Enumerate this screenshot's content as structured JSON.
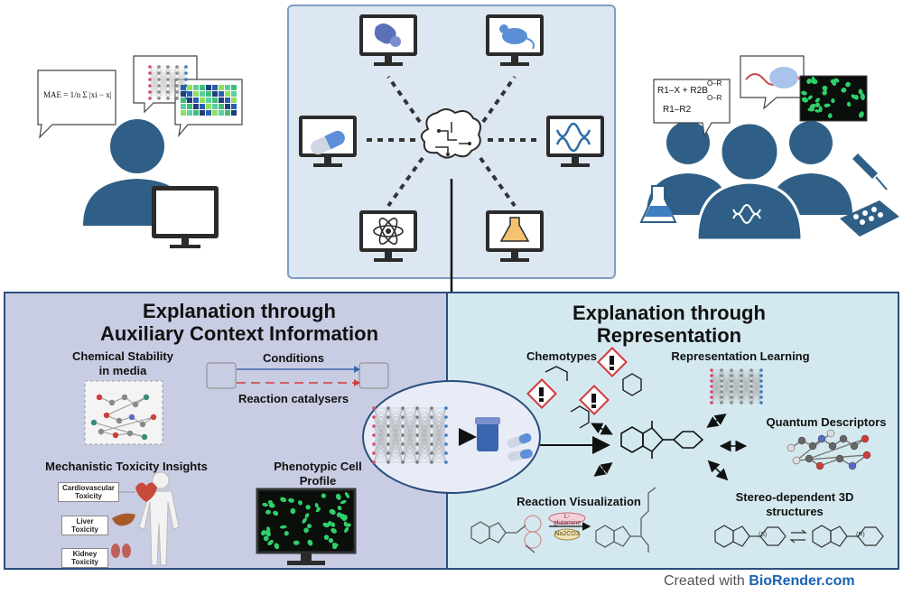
{
  "panels": {
    "left_title_line1": "Explanation through",
    "left_title_line2": "Auxiliary Context Information",
    "right_title_line1": "Explanation through",
    "right_title_line2": "Representation"
  },
  "left_labels": {
    "chemical_stability_line1": "Chemical Stability",
    "chemical_stability_line2": "in media",
    "conditions": "Conditions",
    "reaction_catalysers": "Reaction catalysers",
    "mechanistic_toxicity": "Mechanistic Toxicity Insights",
    "phenotypic_line1": "Phenotypic Cell",
    "phenotypic_line2": "Profile",
    "tox_cardio_line1": "Cardiovascular",
    "tox_cardio_line2": "Toxicity",
    "tox_liver_line1": "Liver",
    "tox_liver_line2": "Toxicity",
    "tox_kidney_line1": "Kidney",
    "tox_kidney_line2": "Toxicity"
  },
  "right_labels": {
    "chemotypes": "Chemotypes",
    "representation_learning": "Representation Learning",
    "quantum_descriptors": "Quantum Descriptors",
    "reaction_visualization": "Reaction Visualization",
    "stereo_line1": "Stereo-dependent 3D",
    "stereo_line2": "structures",
    "l_glutamine": "L-glutamine",
    "na2co3": "Na2CO3",
    "stereo_s": "(S)",
    "stereo_r": "(R)"
  },
  "equation": {
    "mae_text": "MAE = 1/n Σ |xi − x|"
  },
  "reaction": {
    "line1": "R1–X + R2B",
    "line2": "R1–R2",
    "or_top": "O–R",
    "or_bottom": "O–R"
  },
  "credit": {
    "prefix": "Created with ",
    "brand": "BioRender.com"
  },
  "colors": {
    "person_blue": "#2f5f86",
    "left_bg": "#c9cde3",
    "right_bg": "#d4e9ef",
    "top_bg": "#dde7f2",
    "frame": "#2a4d7b",
    "accent_blue": "#3a66b0",
    "accent_red": "#d23a3a"
  }
}
